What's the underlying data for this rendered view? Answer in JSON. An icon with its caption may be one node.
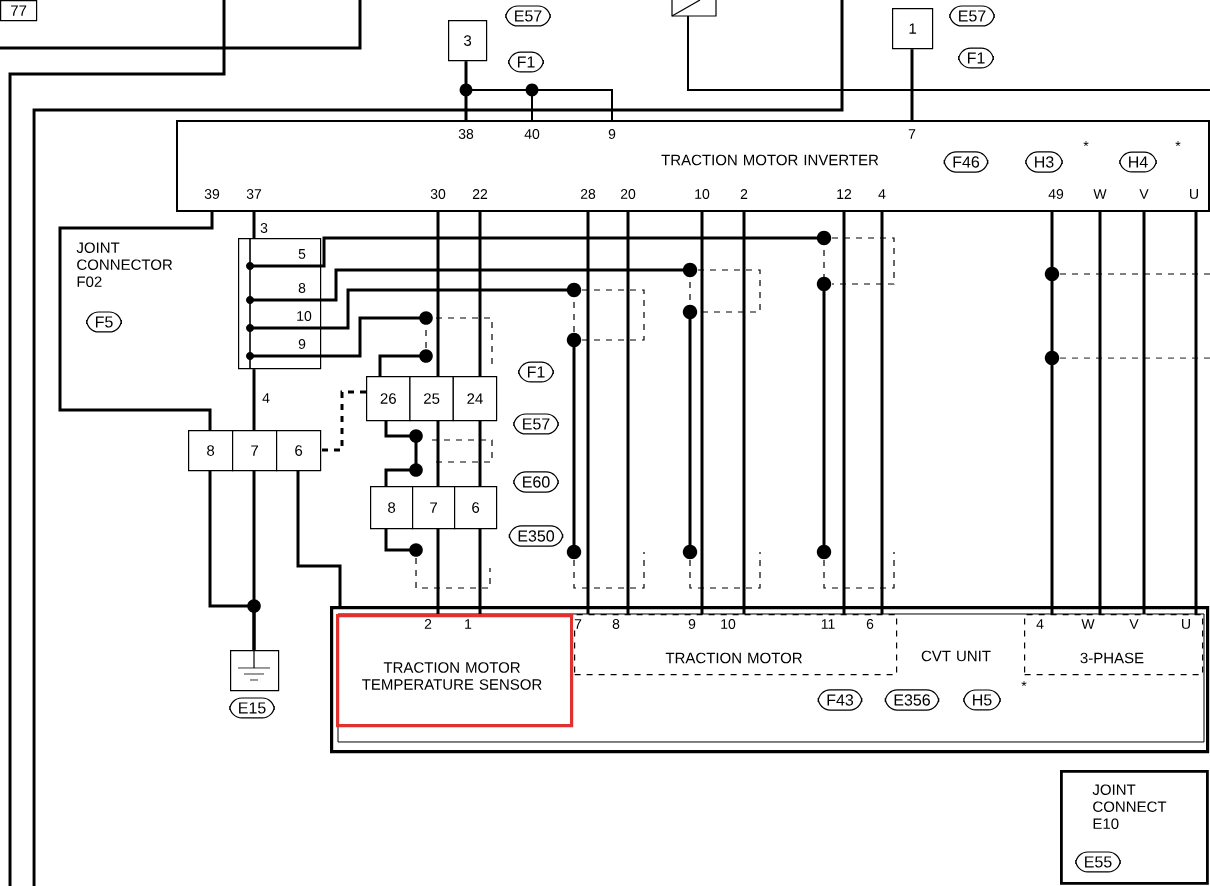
{
  "diagram": {
    "nodes": [
      {
        "text": [
          "77"
        ]
      },
      {
        "text": [
          "E57"
        ]
      },
      {
        "text": [
          "3"
        ]
      },
      {
        "text": [
          "F1"
        ]
      },
      {
        "text": [
          "1"
        ]
      },
      {
        "text": [
          "E57"
        ]
      },
      {
        "text": [
          "F1"
        ]
      },
      {
        "text": [
          "TRACTION MOTOR INVERTER"
        ]
      },
      {
        "text": [
          "F46"
        ],
        "in": 7
      },
      {
        "text": [
          "H3"
        ],
        "in": 7
      },
      {
        "text": [
          "H4"
        ],
        "in": 7
      },
      {
        "text": [],
        "shape": "box"
      },
      {
        "text": [
          "F5"
        ]
      },
      {
        "text": [
          "26",
          "25",
          "24"
        ]
      },
      {
        "text": [
          "F1"
        ]
      },
      {
        "text": [
          "8",
          "7",
          "6"
        ]
      },
      {
        "text": [
          "E57"
        ]
      },
      {
        "text": [
          "E60"
        ]
      },
      {
        "text": [
          "8",
          "7",
          "6"
        ]
      },
      {
        "text": [
          "E350"
        ]
      },
      {
        "text": [],
        "shape": "box"
      },
      {
        "text": [
          "E15"
        ]
      },
      {
        "text": [
          "CVT UNIT"
        ]
      },
      {
        "text": [
          "TRACTION MOTOR TEMPERATURE SENSOR"
        ],
        "in": 22
      },
      {
        "text": [
          "TRACTION MOTOR"
        ],
        "in": 22
      },
      {
        "text": [
          "3-PHASE"
        ],
        "in": 22
      },
      {
        "text": [
          "F43"
        ],
        "in": 22
      },
      {
        "text": [
          "E356"
        ],
        "in": 22
      },
      {
        "text": [
          "H5"
        ],
        "in": 22
      },
      {
        "text": [
          "JOINT CONNECT E10"
        ]
      },
      {
        "text": [
          "E55"
        ],
        "in": 29
      }
    ],
    "edges": [
      {
        "from": 2,
        "to": 7,
        "arrow": "none"
      },
      {
        "from": 4,
        "to": 7,
        "arrow": "none"
      },
      {
        "from": 7,
        "to": 11,
        "arrow": "none"
      },
      {
        "from": 11,
        "to": 15,
        "arrow": "none"
      },
      {
        "from": 7,
        "to": 15,
        "arrow": "none"
      },
      {
        "from": 7,
        "to": 13,
        "arrow": "none"
      },
      {
        "from": 7,
        "to": 13,
        "arrow": "none"
      },
      {
        "from": 13,
        "to": 18,
        "arrow": "none"
      },
      {
        "from": 13,
        "to": 18,
        "arrow": "none"
      },
      {
        "from": 18,
        "to": 23,
        "arrow": "none"
      },
      {
        "from": 18,
        "to": 23,
        "arrow": "none"
      },
      {
        "from": 7,
        "to": 24,
        "arrow": "none"
      },
      {
        "from": 7,
        "to": 24,
        "arrow": "none"
      },
      {
        "from": 7,
        "to": 24,
        "arrow": "none"
      },
      {
        "from": 7,
        "to": 24,
        "arrow": "none"
      },
      {
        "from": 7,
        "to": 24,
        "arrow": "none"
      },
      {
        "from": 7,
        "to": 24,
        "arrow": "none"
      },
      {
        "from": 7,
        "to": 25,
        "arrow": "none"
      },
      {
        "from": 7,
        "to": 25,
        "arrow": "none"
      },
      {
        "from": 7,
        "to": 25,
        "arrow": "none"
      },
      {
        "from": 7,
        "to": 25,
        "arrow": "none"
      },
      {
        "from": 15,
        "to": 20,
        "arrow": "none"
      },
      {
        "from": 15,
        "to": 20,
        "arrow": "none"
      },
      {
        "from": 15,
        "to": 22,
        "arrow": "none"
      },
      {
        "from": 13,
        "to": 15,
        "arrow": "none",
        "style": "dashed"
      },
      {
        "from": 13,
        "to": 18,
        "arrow": "none"
      }
    ],
    "labels": [
      "38",
      "40",
      "9",
      "7",
      "*",
      "*",
      "39",
      "37",
      "30",
      "22",
      "28",
      "20",
      "10",
      "2",
      "12",
      "4",
      "49",
      "W",
      "V",
      "U",
      "3",
      "5",
      "8",
      "10",
      "9",
      "4",
      "2",
      "1",
      "7",
      "8",
      "9",
      "10",
      "11",
      "6",
      "4",
      "W",
      "V",
      "U",
      "*",
      "JOINT CONNECTOR F02"
    ]
  }
}
